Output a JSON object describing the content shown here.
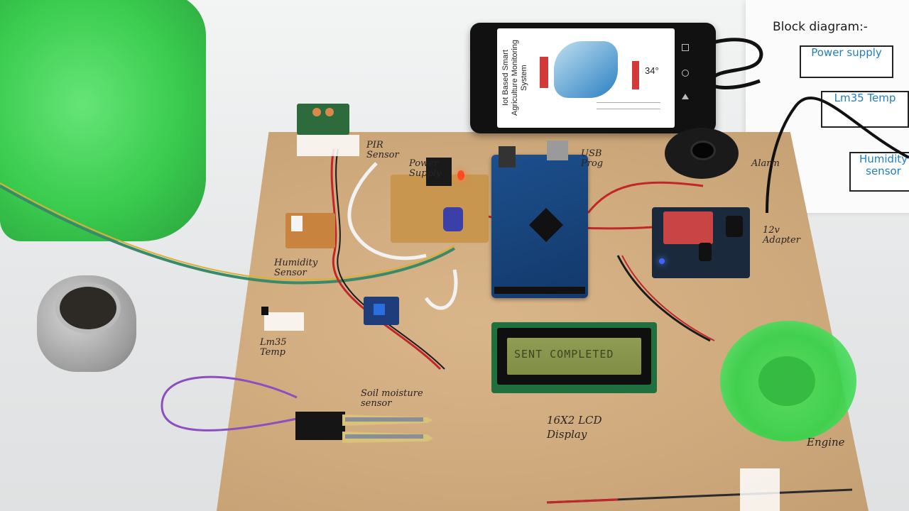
{
  "phone": {
    "app_title": "Iot Based Smart Agriculture Monitoring System",
    "temperature_value": "34°"
  },
  "lcd": {
    "text": "SENT COMPLETED"
  },
  "labels": {
    "pir_sensor": "PIR Sensor",
    "power_supply": "Power Supply",
    "usb_prog": "USB Prog",
    "alarm": "Alarm",
    "adapter": "12v Adapter",
    "humidity_sensor": "Humidity Sensor",
    "lm35_temp": "Lm35 Temp",
    "soil_moisture_sensor": "Soil moisture sensor",
    "lcd_display": "16X2 LCD Display",
    "engine": "Engine"
  },
  "block_diagram": {
    "title": "Block diagram:-",
    "blocks": [
      "Power supply",
      "Lm35 Temp",
      "Humidity sensor"
    ]
  },
  "colors": {
    "board": "#cfaa7d",
    "bottle": "#2ccb43",
    "pcb_blue": "#1d4f8c",
    "lcd_green": "#8f9d54",
    "wire_red": "#c2262b",
    "wire_black": "#1b1b1b"
  }
}
